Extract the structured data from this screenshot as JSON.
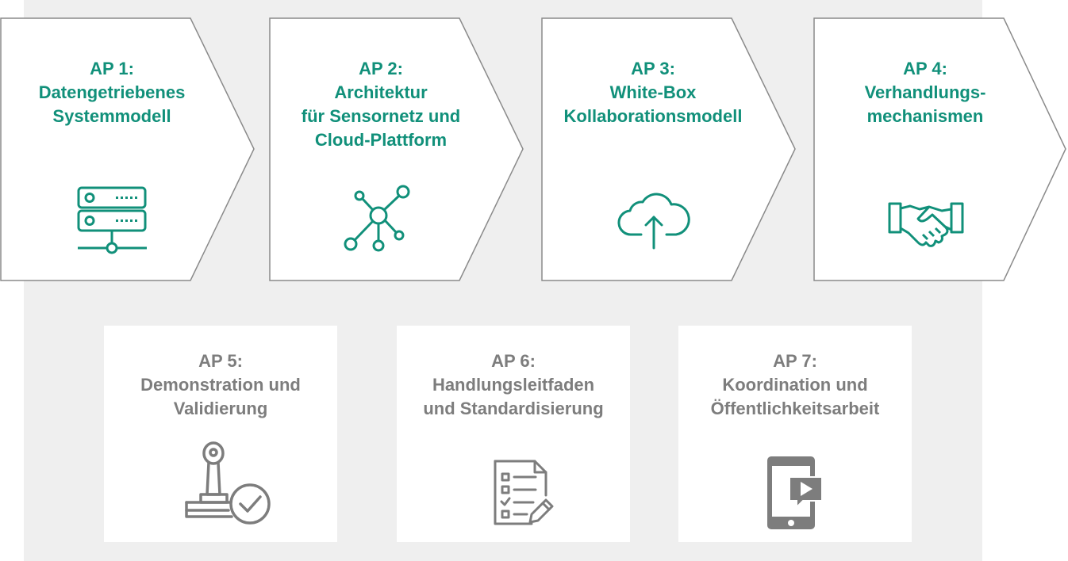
{
  "work_packages": [
    {
      "title": "AP 1:\nDatengetriebenes\nSystemmodell",
      "icon": "server-icon"
    },
    {
      "title": "AP 2:\nArchitektur\nfür Sensornetz und\nCloud-Plattform",
      "icon": "network-icon"
    },
    {
      "title": "AP 3:\nWhite-Box\nKollaborationsmodell",
      "icon": "cloud-upload-icon"
    },
    {
      "title": "AP 4:\nVerhandlungs-\nmechanismen",
      "icon": "handshake-icon"
    }
  ],
  "support_packages": [
    {
      "title": "AP 5:\nDemonstration und\nValidierung",
      "icon": "stamp-check-icon"
    },
    {
      "title": "AP 6:\nHandlungsleitfaden\nund Standardisierung",
      "icon": "checklist-document-icon"
    },
    {
      "title": "AP 7:\nKoordination und\nÖffentlichkeitsarbeit",
      "icon": "smartphone-video-icon"
    }
  ],
  "colors": {
    "accent": "#11907a",
    "muted": "#7d7d7d",
    "panel": "#efefef",
    "border": "#8a8a8a"
  }
}
